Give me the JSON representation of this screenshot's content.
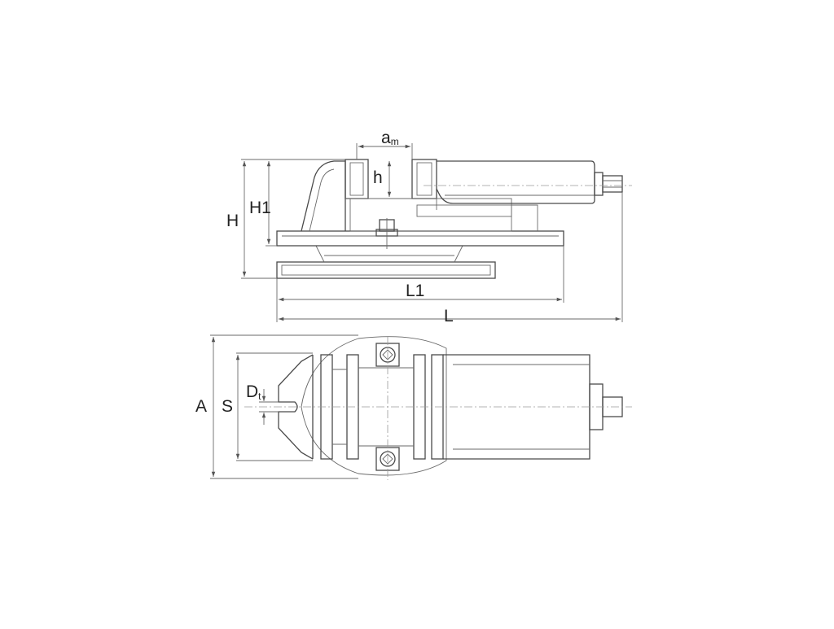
{
  "colors": {
    "line": "#4a4a4a",
    "dimension": "#6a6a6a",
    "centerline": "#9a9a9a",
    "background": "#ffffff"
  },
  "labels": {
    "am_main": "a",
    "am_sub": "m",
    "h": "h",
    "H1": "H1",
    "H": "H",
    "L1": "L1",
    "L": "L",
    "A": "A",
    "S": "S",
    "D_main": "D",
    "D_sub": "t"
  }
}
